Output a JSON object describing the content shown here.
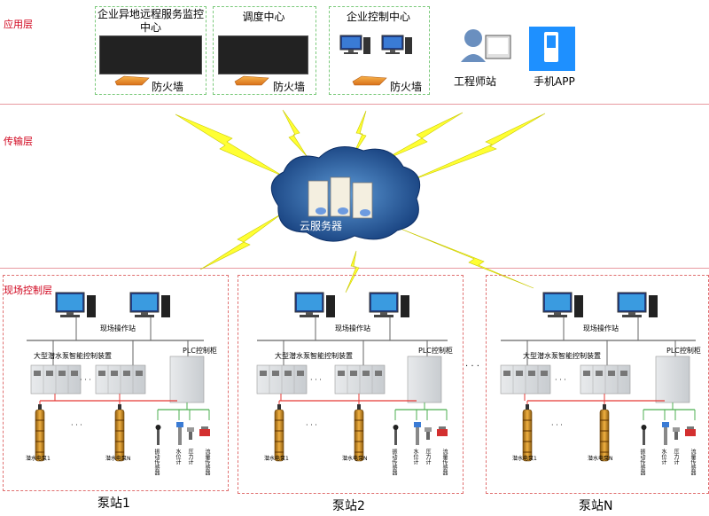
{
  "layers": {
    "application": "应用层",
    "transport": "传输层",
    "field": "现场控制层"
  },
  "app": {
    "remote_center": "企业异地远程服务监控中心",
    "dispatch_center": "调度中心",
    "control_center": "企业控制中心",
    "firewall": "防火墙",
    "engineer_station": "工程师站",
    "mobile_app": "手机APP"
  },
  "cloud": {
    "label": "云服务器"
  },
  "station_common": {
    "operator_station": "现场操作站",
    "smart_control_device": "大型潜水泵智能控制装置",
    "plc_cabinet": "PLC控制柜",
    "pump_1": "潜水电泵1",
    "pump_n": "潜水电泵N",
    "vibration_sensor": "振动传感器",
    "water_level_meter": "水位计",
    "pressure_meter": "压力计",
    "flow_sensor": "流量传感器",
    "ellipsis": "· · ·"
  },
  "stations": [
    "泵站1",
    "泵站2",
    "泵站N"
  ],
  "colors": {
    "lightning": "#ffff33",
    "cloud": "#1a4a8a",
    "red_line": "#e53935",
    "green_line": "#4caf50"
  }
}
